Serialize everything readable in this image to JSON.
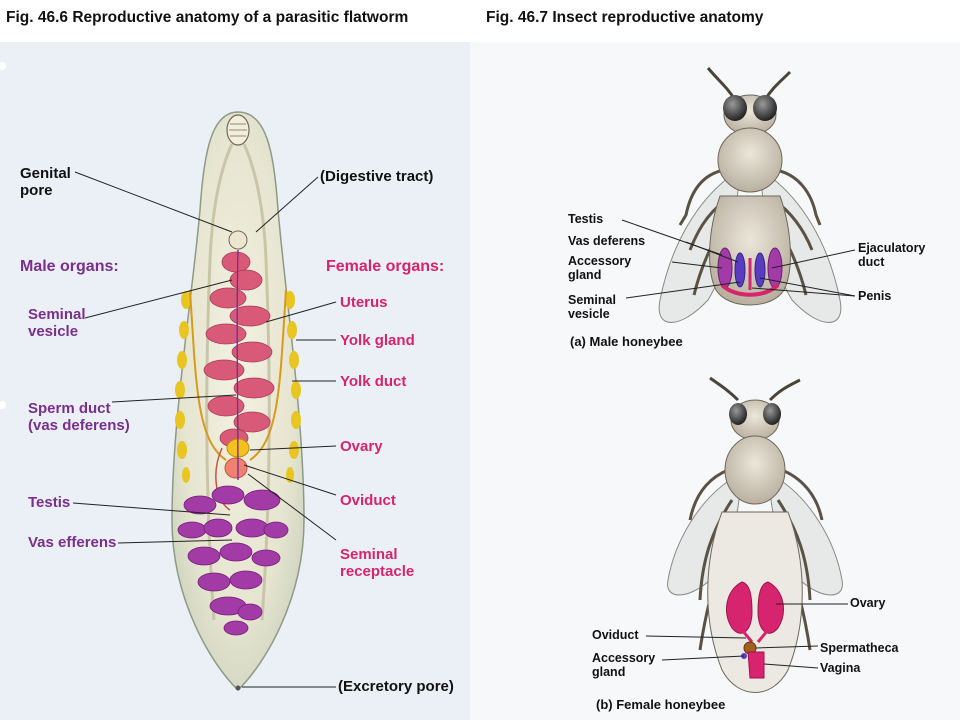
{
  "figures": {
    "left_title_num": "Fig. 46.6",
    "left_title": "Reproductive anatomy of a parasitic flatworm",
    "right_title_num": "Fig. 46.7",
    "right_title": "Insect reproductive anatomy"
  },
  "flatworm": {
    "genital_pore": "Genital\npore",
    "digestive_tract": "(Digestive tract)",
    "male_header": "Male organs:",
    "female_header": "Female organs:",
    "seminal_vesicle": "Seminal\nvesicle",
    "sperm_duct": "Sperm duct\n(vas deferens)",
    "testis": "Testis",
    "vas_efferens": "Vas efferens",
    "uterus": "Uterus",
    "yolk_gland": "Yolk gland",
    "yolk_duct": "Yolk duct",
    "ovary": "Ovary",
    "oviduct": "Oviduct",
    "seminal_receptacle": "Seminal\nreceptacle",
    "excretory_pore": "(Excretory pore)"
  },
  "male_bee": {
    "testis": "Testis",
    "vas_deferens": "Vas deferens",
    "accessory_gland": "Accessory\ngland",
    "seminal_vesicle": "Seminal\nvesicle",
    "ejaculatory_duct": "Ejaculatory\nduct",
    "penis": "Penis",
    "caption_letter": "(a)",
    "caption": "Male honeybee"
  },
  "female_bee": {
    "ovary": "Ovary",
    "oviduct": "Oviduct",
    "spermatheca": "Spermatheca",
    "accessory_gland": "Accessory\ngland",
    "vagina": "Vagina",
    "caption_letter": "(b)",
    "caption": "Female honeybee"
  },
  "colors": {
    "male_label": "#7b2f8c",
    "female_label": "#d6246e",
    "uterus": "#d95a78",
    "testis": "#a23ba6",
    "yolk": "#e8c520"
  }
}
